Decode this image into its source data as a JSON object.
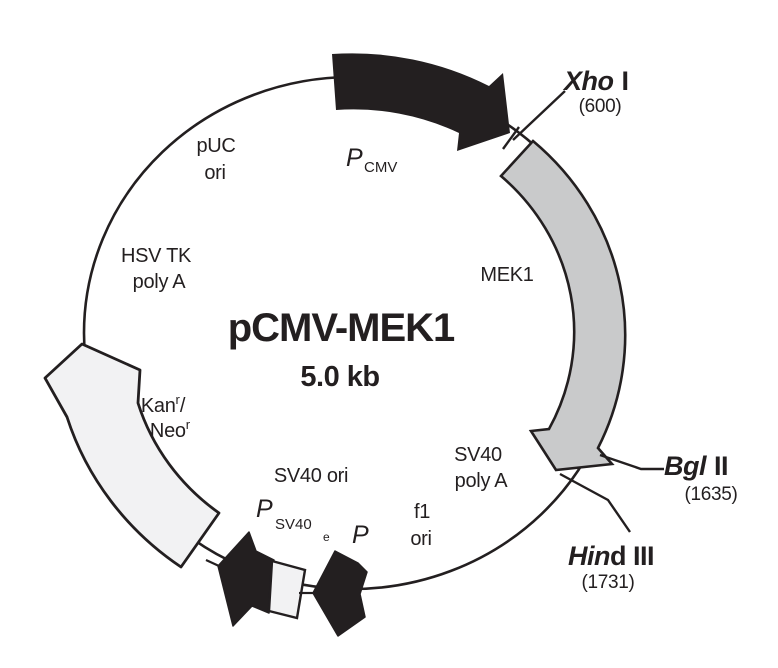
{
  "diagram": {
    "title": "pCMV-MEK1",
    "size": "5.0 kb"
  },
  "features": {
    "pcmv_p": "P",
    "pcmv_sub": "CMV",
    "mek1": "MEK1",
    "puc_line1": "pUC",
    "puc_line2": "ori",
    "hsvtk_line1": "HSV TK",
    "hsvtk_line2": "poly A",
    "kan": "Kan",
    "kan_sup": "r",
    "kan_slash": "/",
    "neo": "Neo",
    "neo_sup": "r",
    "sv40polya_line1": "SV40",
    "sv40polya_line2": "poly A",
    "f1_line1": "f1",
    "f1_line2": "ori",
    "sv40ori": "SV40 ori",
    "psv40_p": "P",
    "psv40_sub": "SV40",
    "psv40_subsub": "e",
    "p_promoter": "P"
  },
  "restriction_sites": {
    "xho_italic": "Xho",
    "xho_roman": "I",
    "xho_pos": "(600)",
    "bgl_italic": "Bgl",
    "bgl_roman": "II",
    "bgl_pos": "(1635)",
    "hind_italic": "Hin",
    "hind_roman": "d III",
    "hind_pos": "(1731)"
  },
  "colors": {
    "ink": "#231f20",
    "gene_band": "#c9cacb",
    "light_band": "#f2f2f3",
    "background": "#ffffff"
  }
}
